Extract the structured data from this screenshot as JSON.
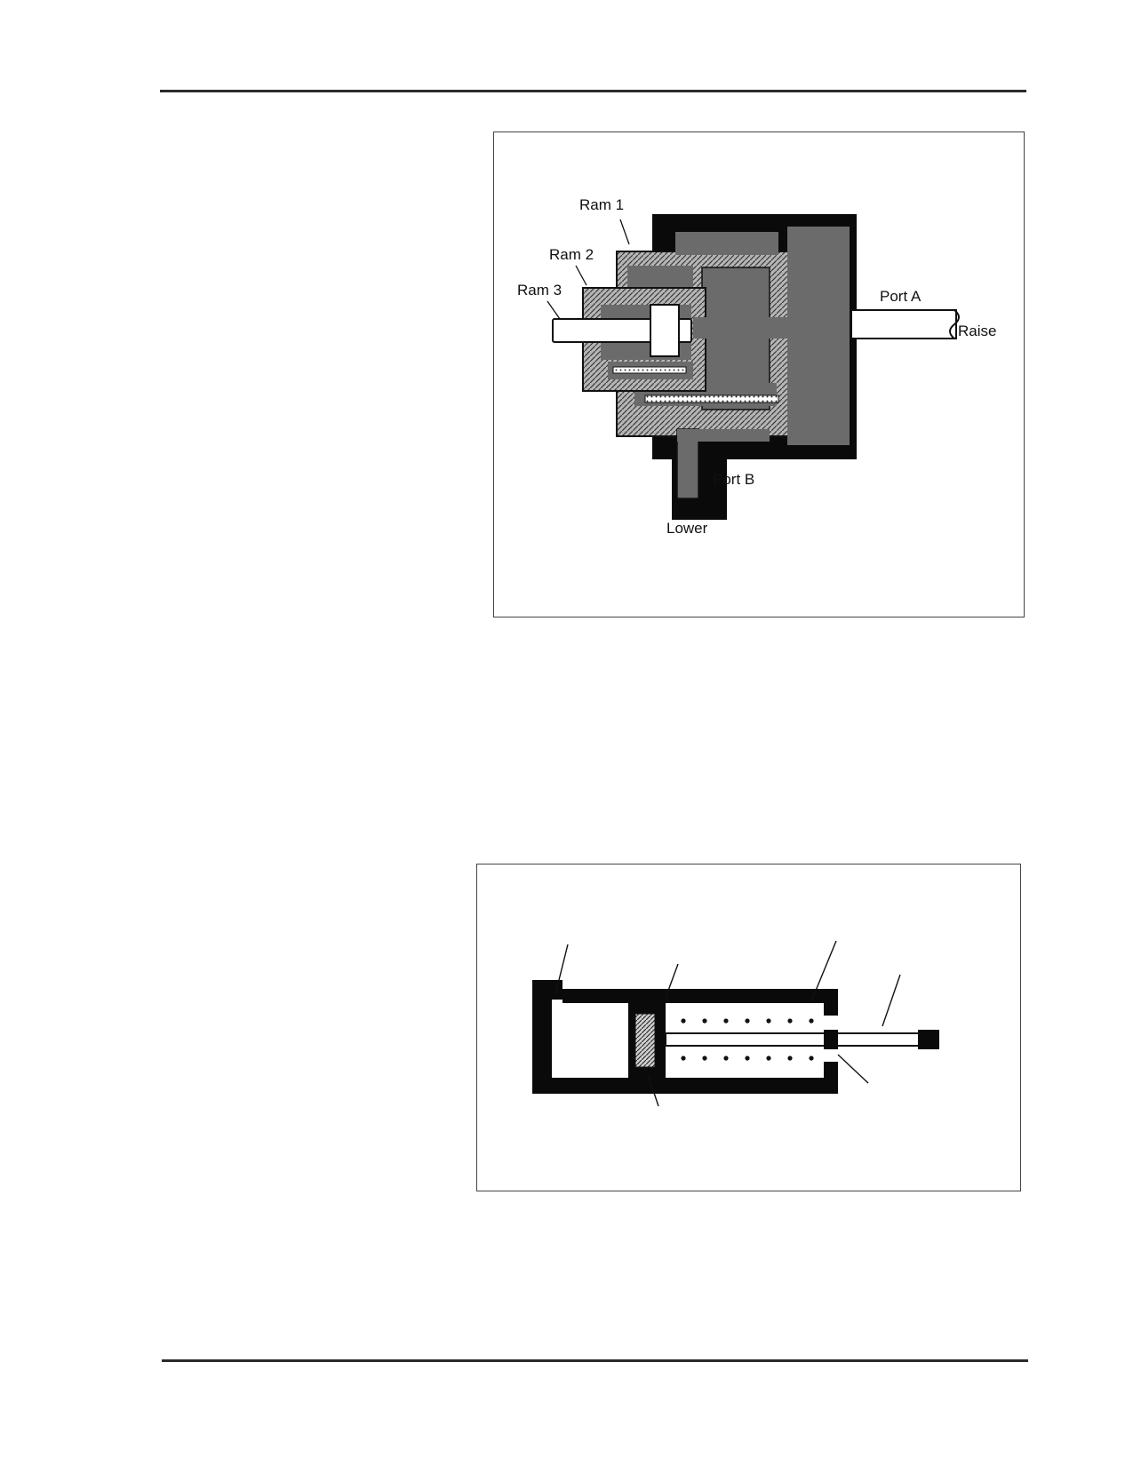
{
  "figure_telescopic_cylinder": {
    "labels": {
      "ram1": "Ram 1",
      "ram2": "Ram 2",
      "ram3": "Ram 3",
      "port_a": "Port A",
      "raise": "Raise",
      "port_b": "Port B",
      "lower": "Lower"
    }
  },
  "figure_spring_return_cylinder": {},
  "colors": {
    "cylinder_black": "#0a0a0a",
    "chamber_gray": "#6b6b6b",
    "hatch_gray": "#a9a9a9",
    "rod_white": "#ffffff",
    "rule": "#2b2b2b"
  }
}
